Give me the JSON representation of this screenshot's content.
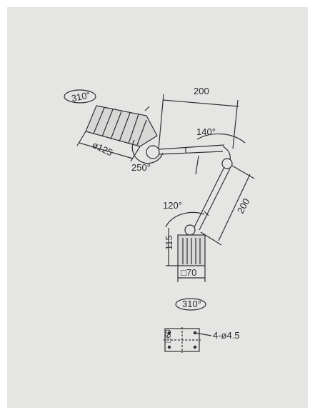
{
  "diagram": {
    "rotation_top": "310°",
    "rotation_base": "310°",
    "head_diameter": "ø125",
    "arm_upper_length": "200",
    "arm_lower_length": "200",
    "angle_head": "250°",
    "angle_elbow": "140°",
    "angle_base": "120°",
    "base_height": "115",
    "base_width": "□70",
    "mount_side": "□60",
    "mount_holes": "4-ø4.5"
  },
  "colors": {
    "paper": "#e5e6e4",
    "line": "#2f2f2f",
    "frame": "#ffffff"
  }
}
